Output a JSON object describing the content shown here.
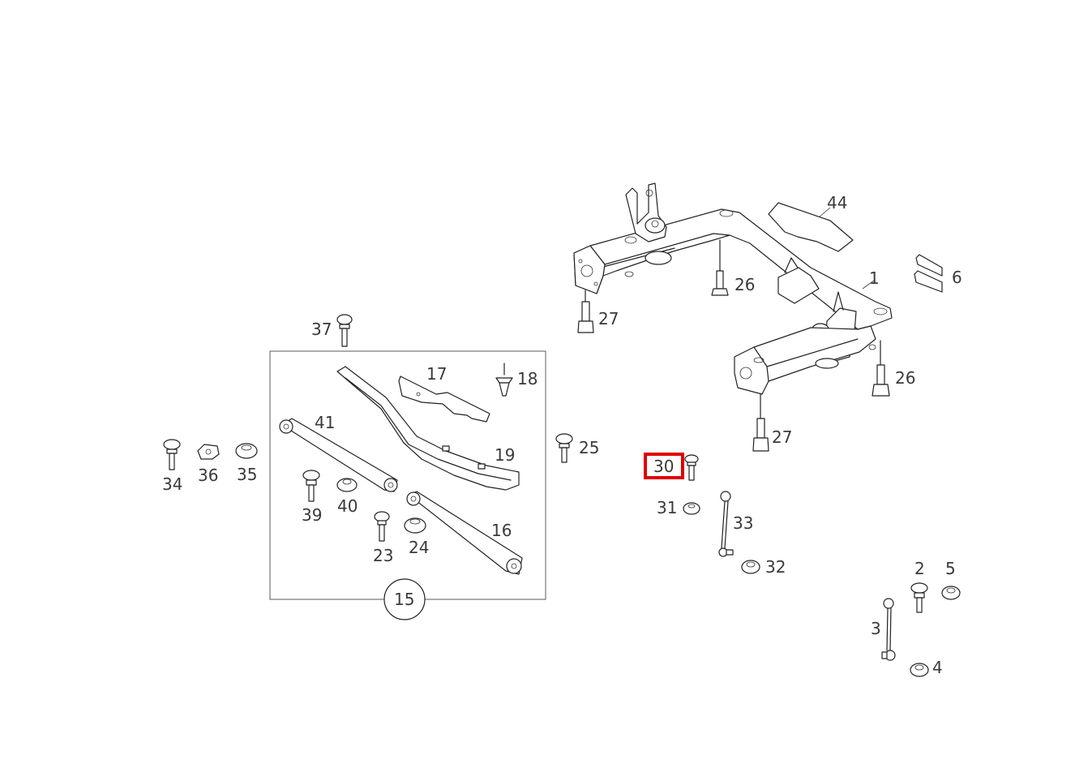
{
  "diagram": {
    "callouts": {
      "p1": "1",
      "p2": "2",
      "p3": "3",
      "p4": "4",
      "p5": "5",
      "p6": "6",
      "p15": "15",
      "p16": "16",
      "p17": "17",
      "p18": "18",
      "p19": "19",
      "p23": "23",
      "p24": "24",
      "p25": "25",
      "p26a": "26",
      "p26b": "26",
      "p27a": "27",
      "p27b": "27",
      "p30": "30",
      "p31": "31",
      "p32": "32",
      "p33": "33",
      "p34": "34",
      "p35": "35",
      "p36": "36",
      "p37": "37",
      "p39": "39",
      "p40": "40",
      "p41": "41",
      "p44": "44"
    },
    "highlighted_part": "30",
    "highlight_color": "#e00000",
    "line_color": "#222222",
    "label_color": "#3a3a3a"
  }
}
